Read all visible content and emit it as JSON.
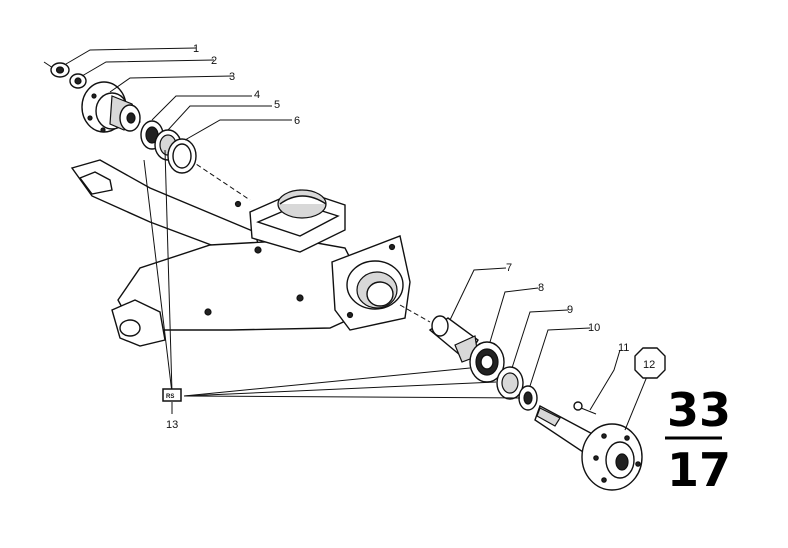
{
  "callouts": [
    "1",
    "2",
    "3",
    "4",
    "5",
    "6",
    "7",
    "8",
    "9",
    "10",
    "11",
    "12",
    "13"
  ],
  "ref_badge": "RS",
  "diagram_ref": {
    "top": "33",
    "bottom": "17"
  }
}
